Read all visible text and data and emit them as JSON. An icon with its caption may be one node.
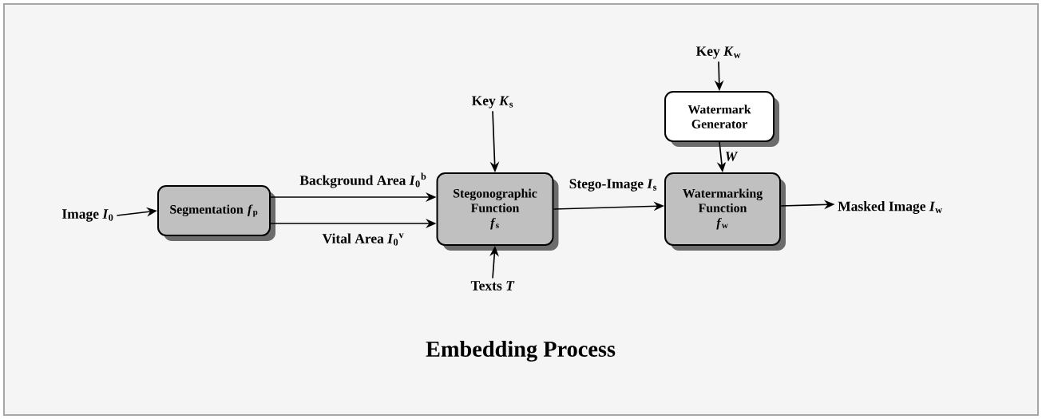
{
  "diagram": {
    "caption": "Embedding Process",
    "nodes": [
      {
        "text": [
          "Image *I*$_{0}$"
        ]
      },
      {
        "text": [
          "Segmentation",
          "*f*$_{p}$"
        ]
      },
      {
        "text": [
          "Stegonographic Function",
          "*f*$_{s}$"
        ]
      },
      {
        "text": [
          "Key *K*$_{s}$"
        ]
      },
      {
        "text": [
          "Texts *T*"
        ]
      },
      {
        "text": [
          "Key *K*$_{w}$"
        ]
      },
      {
        "text": [
          "Watermark Generator"
        ]
      },
      {
        "text": [
          "Watermarking Function",
          "*f*$_{w}$"
        ]
      },
      {
        "text": [
          "Masked Image *I*$_{w}$"
        ]
      }
    ],
    "edges": [
      {
        "from": 0,
        "to": 1,
        "arrow": "to"
      },
      {
        "from": 1,
        "to": 2,
        "arrow": "to",
        "label": "Background Area *I*$_{0}$$^{b}$"
      },
      {
        "from": 1,
        "to": 2,
        "arrow": "to",
        "label": "Vital Area *I*$_{0}$$^{v}$"
      },
      {
        "from": 3,
        "to": 2,
        "arrow": "to"
      },
      {
        "from": 4,
        "to": 2,
        "arrow": "to"
      },
      {
        "from": 2,
        "to": 7,
        "arrow": "to",
        "label": "Stego-Image *I*$_{s}$"
      },
      {
        "from": 5,
        "to": 6,
        "arrow": "to"
      },
      {
        "from": 6,
        "to": 7,
        "arrow": "to",
        "label": "*W*"
      },
      {
        "from": 7,
        "to": 8,
        "arrow": "to"
      }
    ]
  }
}
